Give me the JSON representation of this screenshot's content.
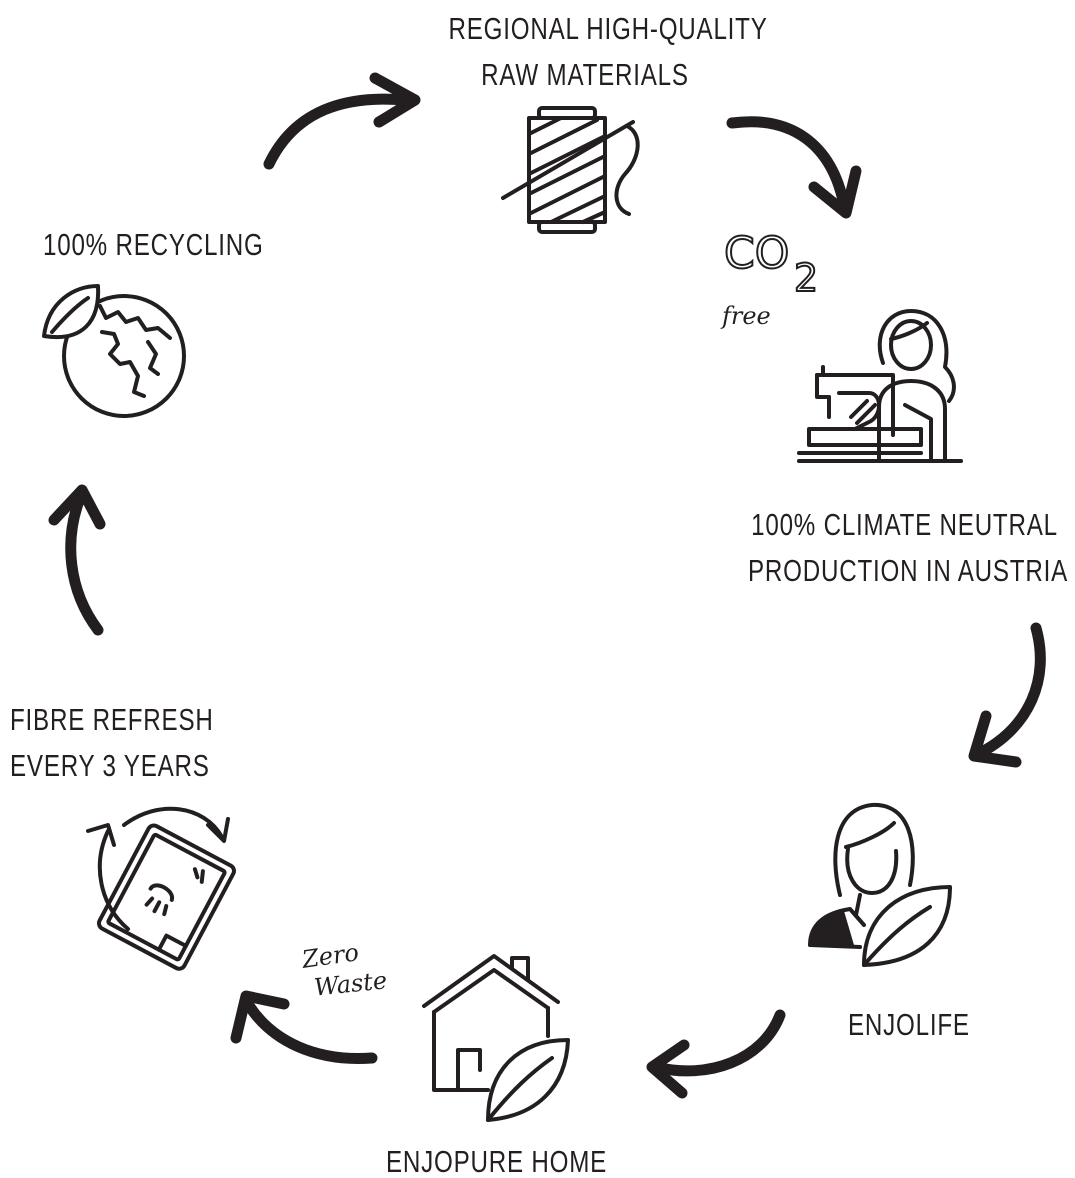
{
  "steps": {
    "raw_materials": {
      "line1": "REGIONAL HIGH-QUALITY",
      "line2": "RAW MATERIALS"
    },
    "production": {
      "line1": "100% CLIMATE NEUTRAL",
      "line2": "PRODUCTION IN AUSTRIA"
    },
    "enjolife": {
      "line1": "ENJOLIFE"
    },
    "enjopure": {
      "line1": "ENJOPURE HOME"
    },
    "fibre_refresh": {
      "line1": "FIBRE REFRESH",
      "line2": "EVERY 3 YEARS"
    },
    "recycling": {
      "line1": "100% RECYCLING"
    }
  },
  "badges": {
    "co2_main": "CO",
    "co2_sub": "2",
    "co2_free": "free",
    "zero": "Zero",
    "waste": "Waste"
  },
  "icons": [
    "thread-spool-icon",
    "seamstress-sewing-machine-icon",
    "woman-leaf-icon",
    "house-leaf-icon",
    "fibre-refresh-cloth-icon",
    "globe-leaf-icon"
  ],
  "colors": {
    "ink": "#231f20",
    "background": "#ffffff"
  }
}
